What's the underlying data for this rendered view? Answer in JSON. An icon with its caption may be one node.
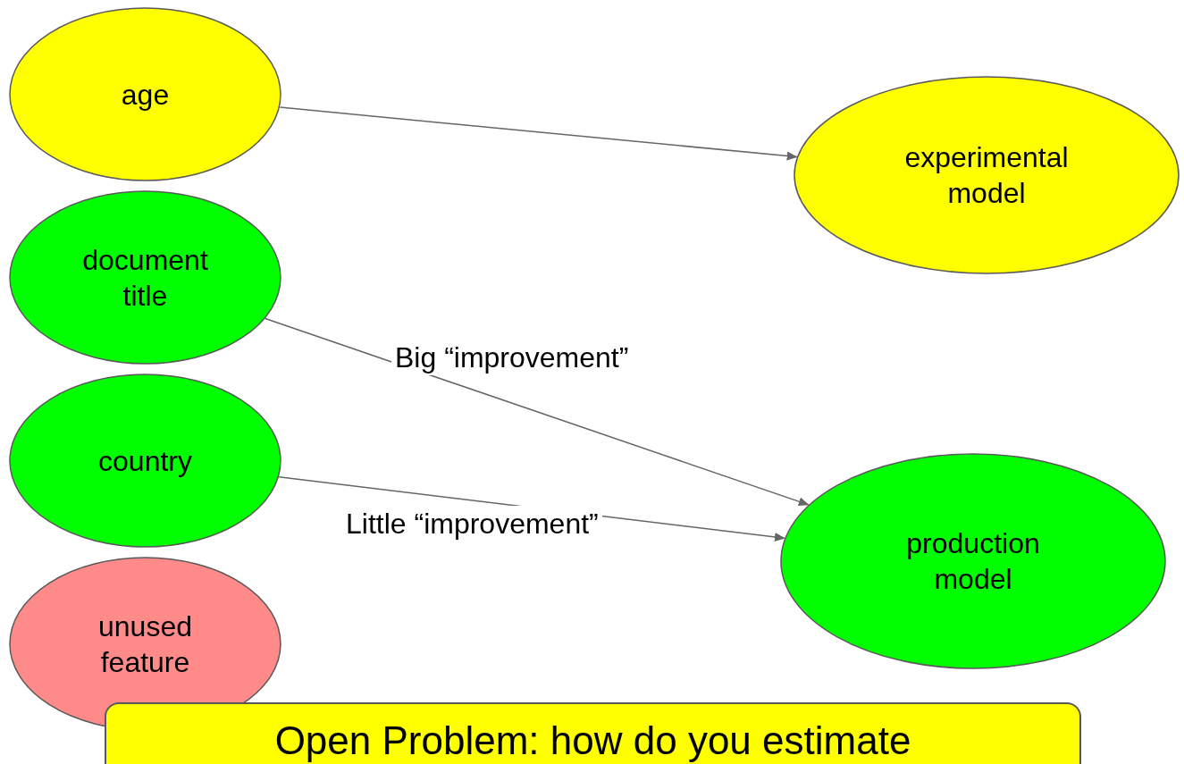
{
  "diagram": {
    "nodes": [
      {
        "text": [
          "age"
        ]
      },
      {
        "text": [
          "document title"
        ]
      },
      {
        "text": [
          "country"
        ]
      },
      {
        "text": [
          "unused feature"
        ]
      },
      {
        "text": [
          "experimental model"
        ]
      },
      {
        "text": [
          "production model"
        ]
      },
      {
        "text": [
          "Open Problem: how do you estimate"
        ]
      }
    ],
    "edges": [
      {
        "from": 0,
        "to": 4,
        "arrow": "to"
      },
      {
        "from": 1,
        "to": 5,
        "arrow": "to",
        "label": "Big “improvement”"
      },
      {
        "from": 2,
        "to": 5,
        "arrow": "to",
        "label": "Little “improvement”"
      }
    ]
  }
}
